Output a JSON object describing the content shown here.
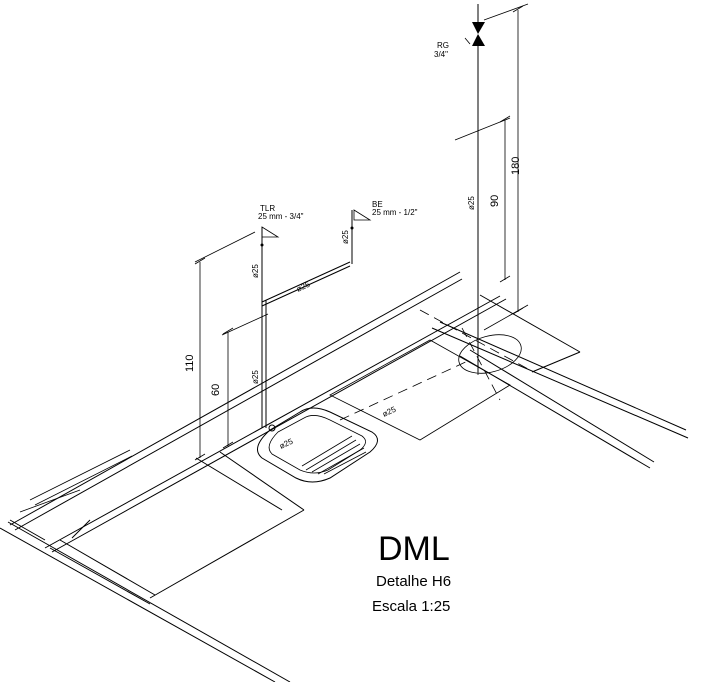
{
  "title": "DML",
  "subtitle": "Detalhe H6",
  "scale": "Escala 1:25",
  "labels": {
    "rg_name": "RG",
    "rg_size": "3/4\"",
    "tlr_name": "TLR",
    "tlr_size": "25 mm - 3/4\"",
    "be_name": "BE",
    "be_size": "25 mm - 1/2\""
  },
  "diameters": {
    "d25": "ø25"
  },
  "dimensions": {
    "d180": "180",
    "d90": "90",
    "d110": "110",
    "d60": "60"
  }
}
